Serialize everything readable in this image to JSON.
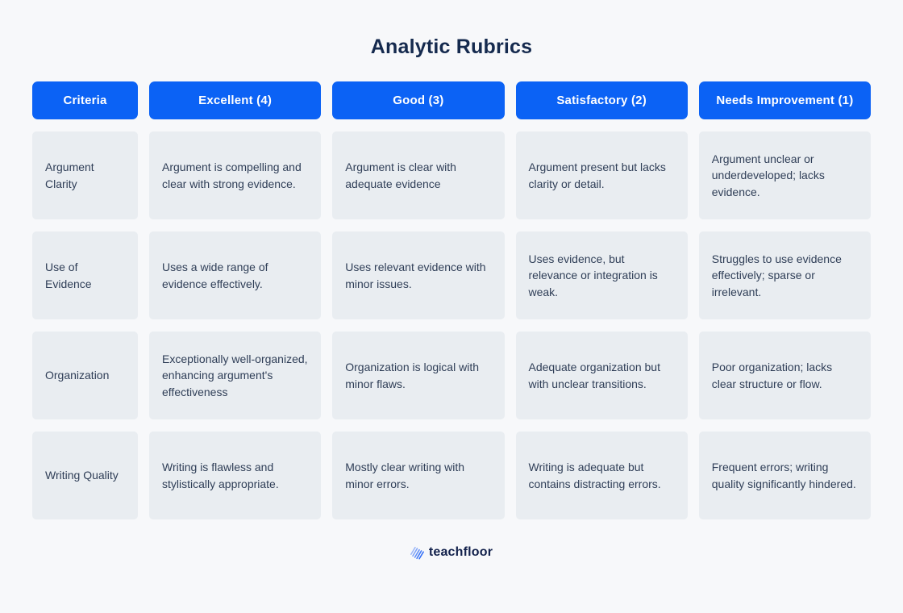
{
  "title": "Analytic Rubrics",
  "colors": {
    "page_background": "#f7f8fa",
    "header_blue": "#0b62f5",
    "header_text": "#ffffff",
    "cell_background": "#e9edf1",
    "cell_text": "#2f3e57",
    "title_text": "#152a4e",
    "logo_text": "#13224c",
    "logo_icon_blue": "#2e6bf6"
  },
  "table": {
    "headers": [
      "Criteria",
      "Excellent (4)",
      "Good (3)",
      "Satisfactory (2)",
      "Needs Improvement (1)"
    ],
    "rows": [
      {
        "criteria": "Argument Clarity",
        "cells": [
          "Argument is compelling and clear with strong evidence.",
          "Argument is clear with adequate evidence",
          "Argument present but lacks clarity or detail.",
          "Argument unclear or underdeveloped; lacks evidence."
        ]
      },
      {
        "criteria": "Use of Evidence",
        "cells": [
          "Uses a wide range of evidence effectively.",
          "Uses relevant evidence with minor issues.",
          "Uses evidence, but relevance or integration is weak.",
          "Struggles to use evidence effectively; sparse or irrelevant."
        ]
      },
      {
        "criteria": "Organization",
        "cells": [
          "Exceptionally well-organized, enhancing argument's effectiveness",
          "Organization is logical with minor flaws.",
          "Adequate organization but with unclear transitions.",
          "Poor organization; lacks clear structure or flow."
        ]
      },
      {
        "criteria": "Writing Quality",
        "cells": [
          "Writing is flawless and stylistically appropriate.",
          "Mostly clear writing with minor errors.",
          "Writing is adequate but contains distracting errors.",
          "Frequent errors; writing quality significantly hindered."
        ]
      }
    ]
  },
  "footer": {
    "logo_text": "teachfloor"
  }
}
